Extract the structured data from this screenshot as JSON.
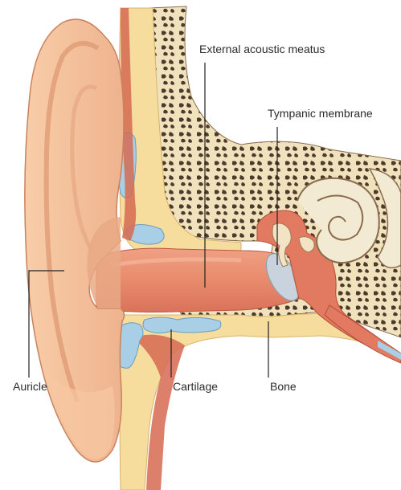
{
  "diagram": {
    "labels": {
      "external_acoustic_meatus": "External acoustic meatus",
      "tympanic_membrane": "Tympanic membrane",
      "auricle": "Auricle",
      "cartilage": "Cartilage",
      "bone": "Bone"
    },
    "colors": {
      "skin": "#f3c19a",
      "skin_shadow": "#e09e78",
      "canal": "#e98a6d",
      "cartilage_fill": "#f6dc9d",
      "cartilage_blue": "#a9cfe6",
      "bone": "#efe2bd",
      "bone_dark": "#4e3a2c",
      "muscle": "#d66a52",
      "membrane": "#c8d3dd"
    }
  }
}
